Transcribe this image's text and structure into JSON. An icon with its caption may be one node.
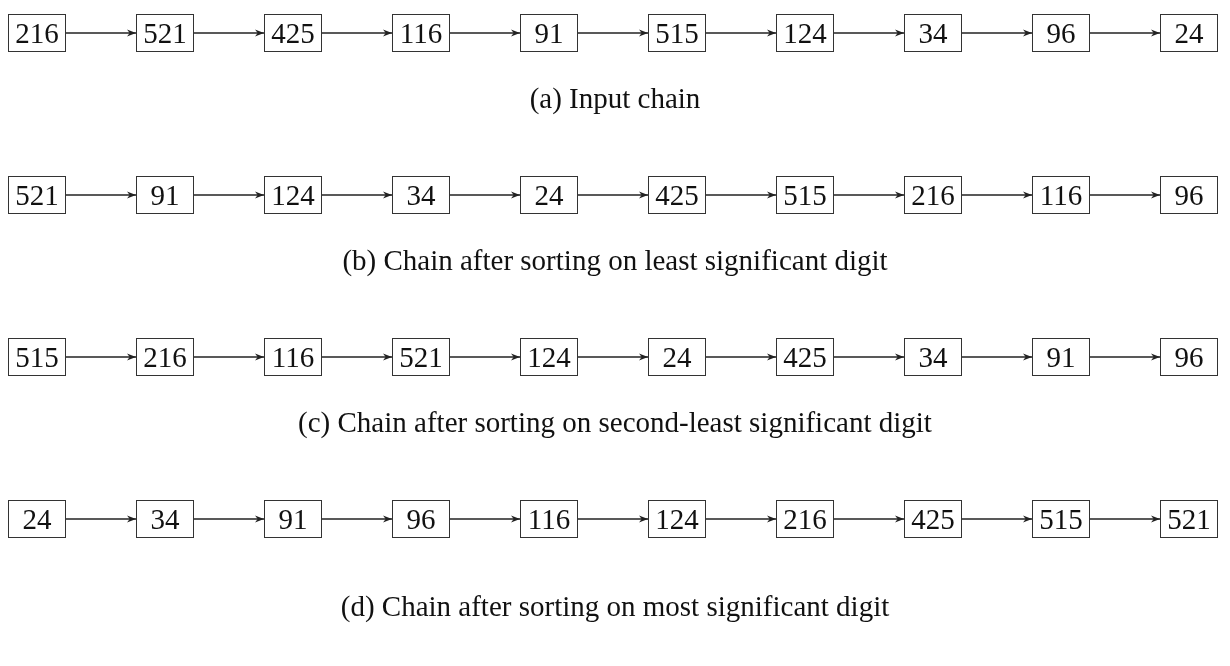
{
  "diagram": {
    "nodes": [
      {
        "text": [
          "216"
        ]
      },
      {
        "text": [
          "521"
        ]
      },
      {
        "text": [
          "425"
        ]
      },
      {
        "text": [
          "116"
        ]
      },
      {
        "text": [
          "91"
        ]
      },
      {
        "text": [
          "515"
        ]
      },
      {
        "text": [
          "124"
        ]
      },
      {
        "text": [
          "34"
        ]
      },
      {
        "text": [
          "96"
        ]
      },
      {
        "text": [
          "24"
        ]
      },
      {
        "text": [
          "521"
        ]
      },
      {
        "text": [
          "91"
        ]
      },
      {
        "text": [
          "124"
        ]
      },
      {
        "text": [
          "34"
        ]
      },
      {
        "text": [
          "24"
        ]
      },
      {
        "text": [
          "425"
        ]
      },
      {
        "text": [
          "515"
        ]
      },
      {
        "text": [
          "216"
        ]
      },
      {
        "text": [
          "116"
        ]
      },
      {
        "text": [
          "96"
        ]
      },
      {
        "text": [
          "515"
        ]
      },
      {
        "text": [
          "216"
        ]
      },
      {
        "text": [
          "116"
        ]
      },
      {
        "text": [
          "521"
        ]
      },
      {
        "text": [
          "124"
        ]
      },
      {
        "text": [
          "24"
        ]
      },
      {
        "text": [
          "425"
        ]
      },
      {
        "text": [
          "34"
        ]
      },
      {
        "text": [
          "91"
        ]
      },
      {
        "text": [
          "96"
        ]
      },
      {
        "text": [
          "24"
        ]
      },
      {
        "text": [
          "34"
        ]
      },
      {
        "text": [
          "91"
        ]
      },
      {
        "text": [
          "96"
        ]
      },
      {
        "text": [
          "116"
        ]
      },
      {
        "text": [
          "124"
        ]
      },
      {
        "text": [
          "216"
        ]
      },
      {
        "text": [
          "425"
        ]
      },
      {
        "text": [
          "515"
        ]
      },
      {
        "text": [
          "521"
        ]
      }
    ],
    "edges": [
      {
        "from": 0,
        "to": 1,
        "arrow": "to"
      },
      {
        "from": 1,
        "to": 2,
        "arrow": "to"
      },
      {
        "from": 2,
        "to": 3,
        "arrow": "to"
      },
      {
        "from": 3,
        "to": 4,
        "arrow": "to"
      },
      {
        "from": 4,
        "to": 5,
        "arrow": "to"
      },
      {
        "from": 5,
        "to": 6,
        "arrow": "to"
      },
      {
        "from": 6,
        "to": 7,
        "arrow": "to"
      },
      {
        "from": 7,
        "to": 8,
        "arrow": "to"
      },
      {
        "from": 8,
        "to": 9,
        "arrow": "to"
      },
      {
        "from": 10,
        "to": 11,
        "arrow": "to"
      },
      {
        "from": 11,
        "to": 12,
        "arrow": "to"
      },
      {
        "from": 12,
        "to": 13,
        "arrow": "to"
      },
      {
        "from": 13,
        "to": 14,
        "arrow": "to"
      },
      {
        "from": 14,
        "to": 15,
        "arrow": "to"
      },
      {
        "from": 15,
        "to": 16,
        "arrow": "to"
      },
      {
        "from": 16,
        "to": 17,
        "arrow": "to"
      },
      {
        "from": 17,
        "to": 18,
        "arrow": "to"
      },
      {
        "from": 18,
        "to": 19,
        "arrow": "to"
      },
      {
        "from": 20,
        "to": 21,
        "arrow": "to"
      },
      {
        "from": 21,
        "to": 22,
        "arrow": "to"
      },
      {
        "from": 22,
        "to": 23,
        "arrow": "to"
      },
      {
        "from": 23,
        "to": 24,
        "arrow": "to"
      },
      {
        "from": 24,
        "to": 25,
        "arrow": "to"
      },
      {
        "from": 25,
        "to": 26,
        "arrow": "to"
      },
      {
        "from": 26,
        "to": 27,
        "arrow": "to"
      },
      {
        "from": 27,
        "to": 28,
        "arrow": "to"
      },
      {
        "from": 28,
        "to": 29,
        "arrow": "to"
      },
      {
        "from": 30,
        "to": 31,
        "arrow": "to"
      },
      {
        "from": 31,
        "to": 32,
        "arrow": "to"
      },
      {
        "from": 32,
        "to": 33,
        "arrow": "to"
      },
      {
        "from": 33,
        "to": 34,
        "arrow": "to"
      },
      {
        "from": 34,
        "to": 35,
        "arrow": "to"
      },
      {
        "from": 35,
        "to": 36,
        "arrow": "to"
      },
      {
        "from": 36,
        "to": 37,
        "arrow": "to"
      },
      {
        "from": 37,
        "to": 38,
        "arrow": "to"
      },
      {
        "from": 38,
        "to": 39,
        "arrow": "to"
      }
    ],
    "labels": [
      "(a) Input chain",
      "(b) Chain after sorting on least significant digit",
      "(c) Chain after sorting on second-least significant digit",
      "(d) Chain after sorting on most significant digit"
    ]
  }
}
